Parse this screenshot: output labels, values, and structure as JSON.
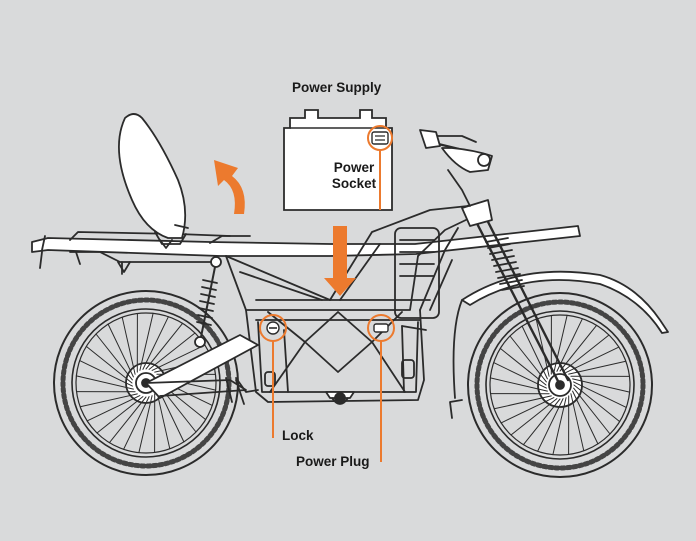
{
  "labels": {
    "power_supply": "Power Supply",
    "power_socket_line1": "Power",
    "power_socket_line2": "Socket",
    "lock": "Lock",
    "power_plug": "Power Plug"
  },
  "colors": {
    "background": "#d9dadb",
    "line": "#2b2b2b",
    "accent": "#ec7a2e",
    "fill": "#ffffff"
  }
}
